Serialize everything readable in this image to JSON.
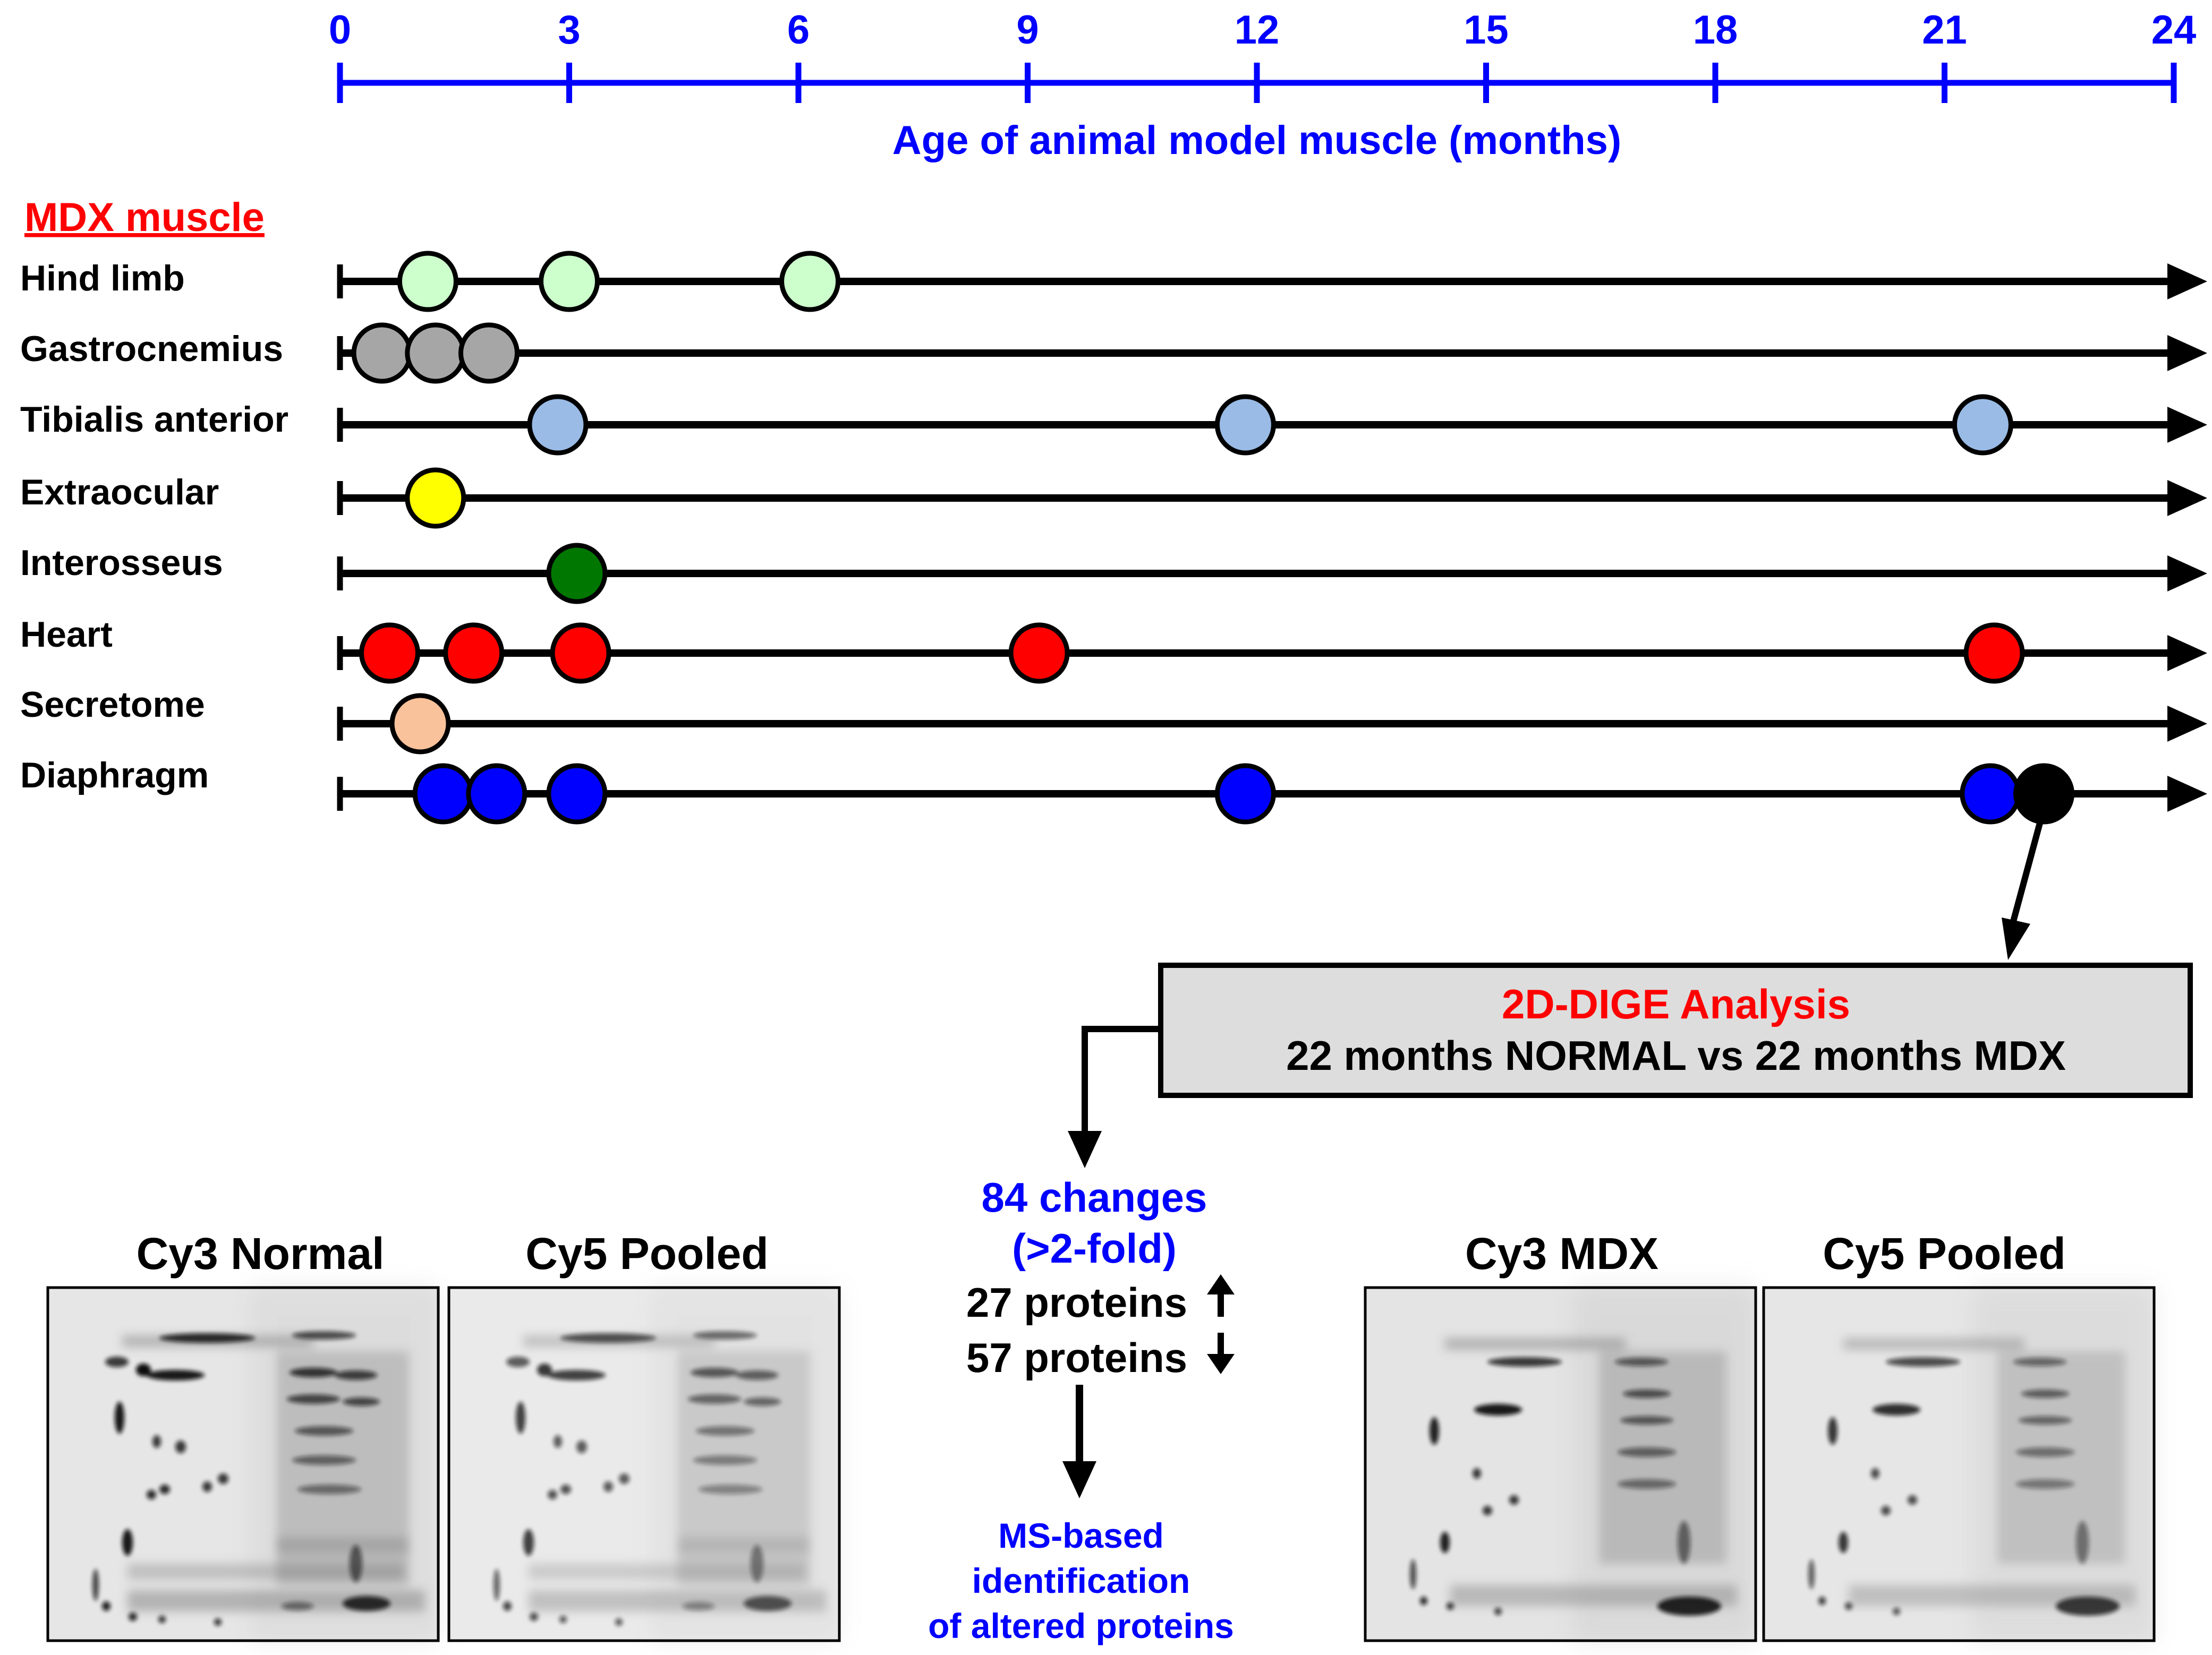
{
  "axis": {
    "ticks": [
      "0",
      "3",
      "6",
      "9",
      "12",
      "15",
      "18",
      "21",
      "24"
    ],
    "label": "Age of animal model muscle (months)",
    "color": "#0000ff",
    "max_months": 24
  },
  "section_title": "MDX muscle",
  "section_title_color": "#ff0000",
  "rows": [
    {
      "label": "Hind limb",
      "color": "#ccffcc",
      "points": [
        1.15,
        3.0,
        6.15
      ]
    },
    {
      "label": "Gastrocnemius",
      "color": "#a6a6a6",
      "points": [
        0.55,
        1.25,
        1.95
      ]
    },
    {
      "label": "Tibialis anterior",
      "color": "#99bbe6",
      "points": [
        2.85,
        11.85,
        21.5
      ]
    },
    {
      "label": "Extraocular",
      "color": "#ffff00",
      "points": [
        1.25
      ]
    },
    {
      "label": "Interosseus",
      "color": "#007700",
      "points": [
        3.1
      ]
    },
    {
      "label": "Heart",
      "color": "#ff0000",
      "points": [
        0.65,
        1.75,
        3.15,
        9.15,
        21.65
      ]
    },
    {
      "label": "Secretome",
      "color": "#f9c29a",
      "points": [
        1.05
      ]
    },
    {
      "label": "Diaphragm",
      "color": "#0000ff",
      "points": [
        1.35,
        2.05,
        3.1,
        11.85,
        21.6
      ]
    }
  ],
  "highlight_point": {
    "row": 7,
    "month": 22.3,
    "color": "#000000"
  },
  "analysis_box": {
    "title": "2D-DIGE Analysis",
    "title_color": "#ff0000",
    "subtitle": "22 months NORMAL vs 22 months MDX",
    "fill": "#dddddd"
  },
  "results": {
    "changes": "84 changes",
    "fold": "(>2-fold)",
    "up": "27 proteins",
    "down": "57 proteins",
    "ms_line1": "MS-based",
    "ms_line2": "identification",
    "ms_line3": "of altered proteins"
  },
  "gels": [
    {
      "title": "Cy3 Normal"
    },
    {
      "title": "Cy5 Pooled"
    },
    {
      "title": "Cy3 MDX"
    },
    {
      "title": "Cy5 Pooled"
    }
  ]
}
